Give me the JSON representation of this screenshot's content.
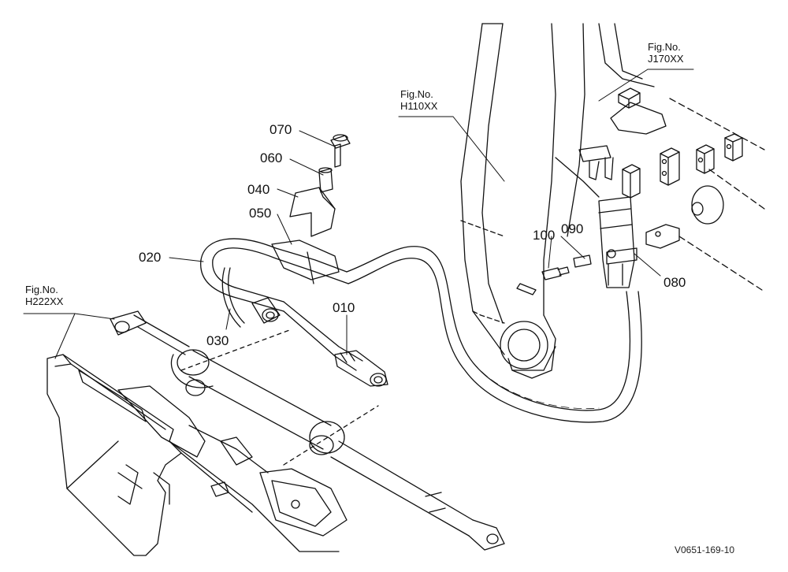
{
  "figure_refs": [
    {
      "key": "h110",
      "line1": "Fig.No.",
      "line2": "H110XX"
    },
    {
      "key": "j170",
      "line1": "Fig.No.",
      "line2": "J170XX"
    },
    {
      "key": "h222",
      "line1": "Fig.No.",
      "line2": "H222XX"
    }
  ],
  "part_numbers": {
    "p010": "010",
    "p020": "020",
    "p030": "030",
    "p040": "040",
    "p050": "050",
    "p060": "060",
    "p070": "070",
    "p080": "080",
    "p090": "090",
    "p100": "100"
  },
  "drawing_id": "V0651-169-10",
  "colors": {
    "line": "#111111",
    "paper": "#ffffff"
  }
}
